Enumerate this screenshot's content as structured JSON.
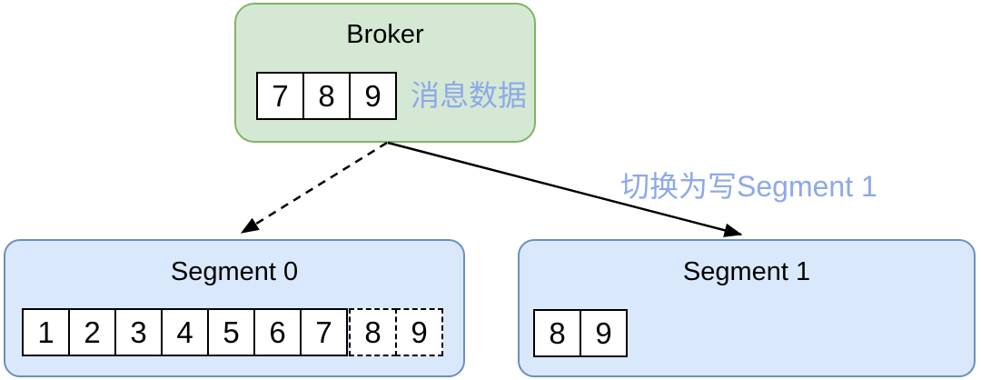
{
  "colors": {
    "broker_fill": "#d5e8d4",
    "broker_border": "#82b366",
    "segment_fill": "#dae8fc",
    "segment_border": "#6c8ebf",
    "annotation_text": "#8da9e8",
    "cell_fill": "#ffffff",
    "cell_border": "#000000",
    "arrow": "#000000"
  },
  "broker": {
    "title": "Broker",
    "cells": [
      "7",
      "8",
      "9"
    ],
    "data_label": "消息数据"
  },
  "segment0": {
    "title": "Segment 0",
    "cells_written": [
      "1",
      "2",
      "3",
      "4",
      "5",
      "6",
      "7"
    ],
    "cells_pending": [
      "8",
      "9"
    ]
  },
  "segment1": {
    "title": "Segment 1",
    "cells": [
      "8",
      "9"
    ]
  },
  "annotation": {
    "switch_label": "切换为写Segment 1"
  }
}
